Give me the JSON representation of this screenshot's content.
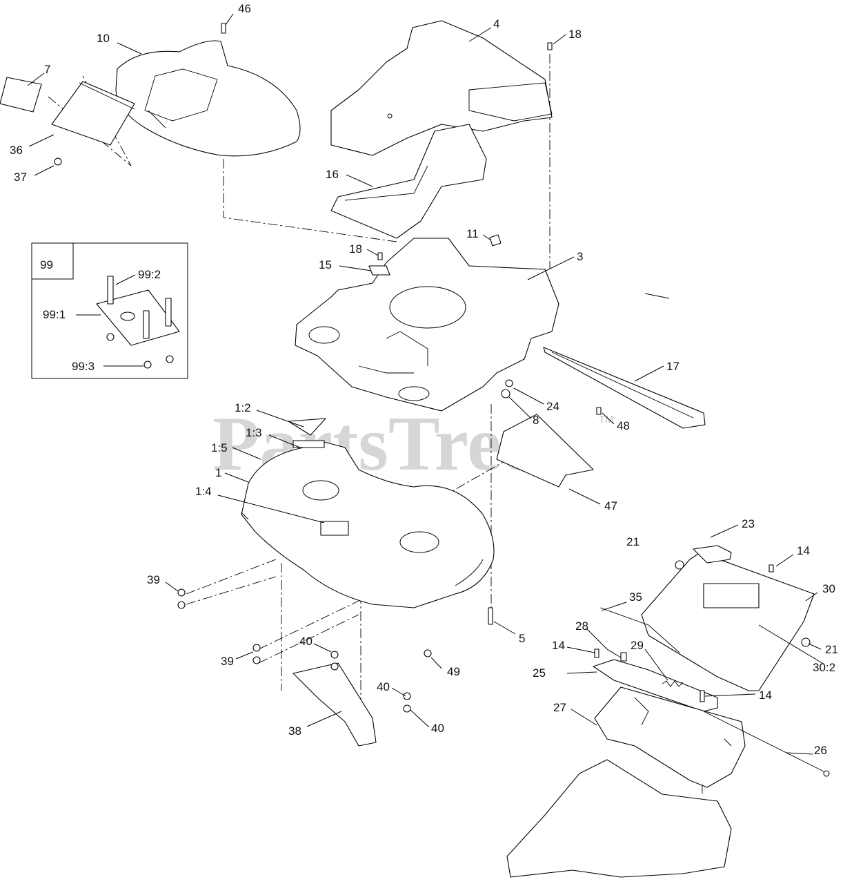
{
  "watermark": {
    "text": "PartsTree",
    "trademark": "TM"
  },
  "inset": {
    "title": "99"
  },
  "callouts": [
    {
      "id": "46",
      "text": "46"
    },
    {
      "id": "10",
      "text": "10"
    },
    {
      "id": "4",
      "text": "4"
    },
    {
      "id": "18a",
      "text": "18"
    },
    {
      "id": "7",
      "text": "7"
    },
    {
      "id": "36",
      "text": "36"
    },
    {
      "id": "37",
      "text": "37"
    },
    {
      "id": "16",
      "text": "16"
    },
    {
      "id": "11",
      "text": "11"
    },
    {
      "id": "18b",
      "text": "18"
    },
    {
      "id": "15",
      "text": "15"
    },
    {
      "id": "3",
      "text": "3"
    },
    {
      "id": "99_2",
      "text": "99:2"
    },
    {
      "id": "99_1",
      "text": "99:1"
    },
    {
      "id": "99_3",
      "text": "99:3"
    },
    {
      "id": "17",
      "text": "17"
    },
    {
      "id": "24",
      "text": "24"
    },
    {
      "id": "8",
      "text": "8"
    },
    {
      "id": "48",
      "text": "48"
    },
    {
      "id": "1_2",
      "text": "1:2"
    },
    {
      "id": "1_3",
      "text": "1:3"
    },
    {
      "id": "1_5",
      "text": "1:5"
    },
    {
      "id": "1",
      "text": "1"
    },
    {
      "id": "1_4",
      "text": "1:4"
    },
    {
      "id": "47",
      "text": "47"
    },
    {
      "id": "23",
      "text": "23"
    },
    {
      "id": "21a",
      "text": "21"
    },
    {
      "id": "14a",
      "text": "14"
    },
    {
      "id": "30",
      "text": "30"
    },
    {
      "id": "35",
      "text": "35"
    },
    {
      "id": "39a",
      "text": "39"
    },
    {
      "id": "5",
      "text": "5"
    },
    {
      "id": "28",
      "text": "28"
    },
    {
      "id": "29",
      "text": "29"
    },
    {
      "id": "14b",
      "text": "14"
    },
    {
      "id": "21b",
      "text": "21"
    },
    {
      "id": "30_2",
      "text": "30:2"
    },
    {
      "id": "40a",
      "text": "40"
    },
    {
      "id": "39b",
      "text": "39"
    },
    {
      "id": "49",
      "text": "49"
    },
    {
      "id": "25",
      "text": "25"
    },
    {
      "id": "40b",
      "text": "40"
    },
    {
      "id": "14c",
      "text": "14"
    },
    {
      "id": "27",
      "text": "27"
    },
    {
      "id": "26",
      "text": "26"
    },
    {
      "id": "38",
      "text": "38"
    },
    {
      "id": "40c",
      "text": "40"
    }
  ]
}
